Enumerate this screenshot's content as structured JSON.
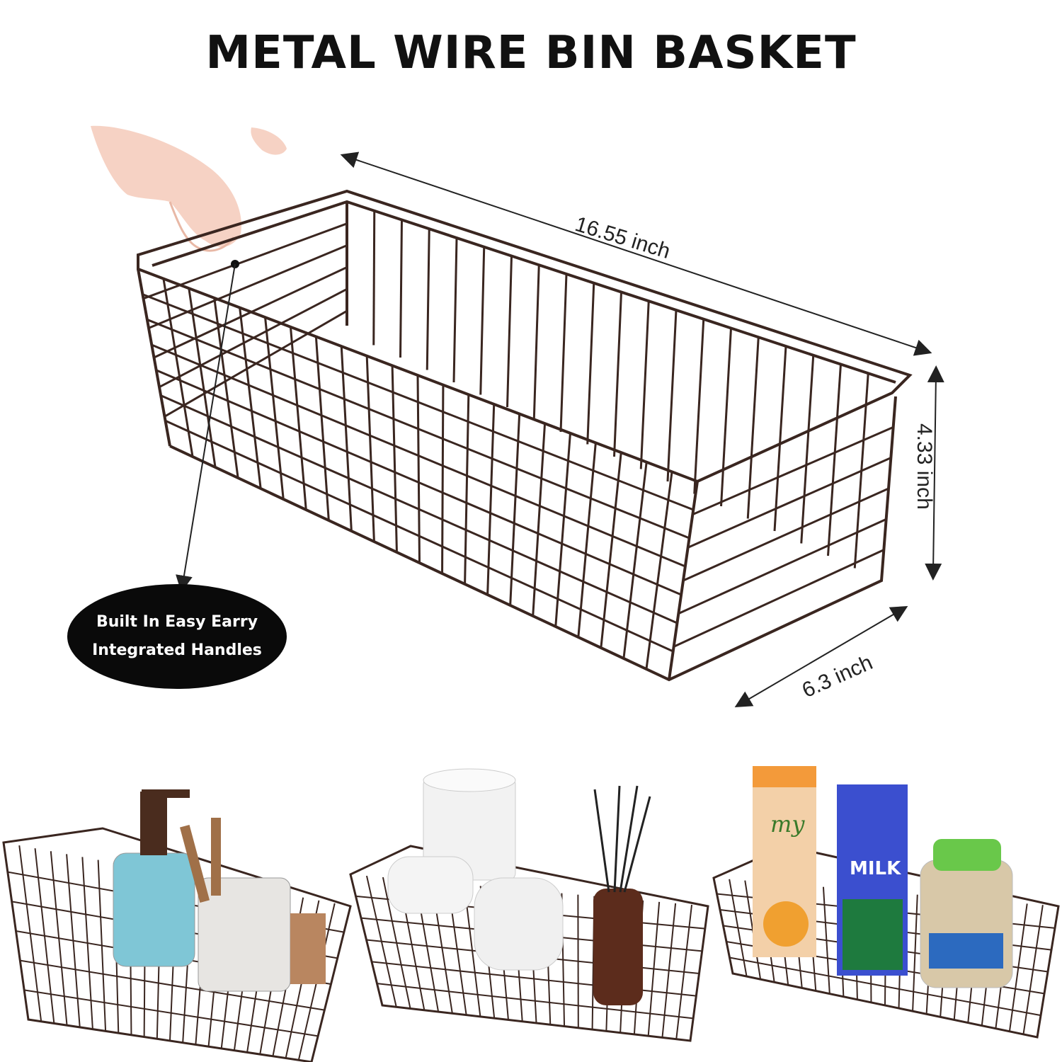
{
  "title": "METAL WIRE BIN BASKET",
  "dimensions": {
    "length": "16.55  inch",
    "height": "4.33 inch",
    "width": "6.3 inch"
  },
  "feature_badge": {
    "line1": "Built In Easy Earry",
    "line2": "Integrated Handles"
  },
  "colors": {
    "wire": "#3a2620",
    "badge_bg": "#0a0a0a",
    "badge_text": "#ffffff"
  },
  "scenes": [
    {
      "name": "bathroom-scene",
      "items": [
        "soap-dispenser-jar",
        "toothbrush-jar"
      ]
    },
    {
      "name": "toilet-paper-scene",
      "items": [
        "toilet-paper-rolls",
        "reed-diffuser"
      ]
    },
    {
      "name": "pantry-scene",
      "items": [
        "juice-carton",
        "milk-carton",
        "nut-jar"
      ]
    }
  ],
  "carton_labels": {
    "juice": "my",
    "milk": "MILK"
  }
}
